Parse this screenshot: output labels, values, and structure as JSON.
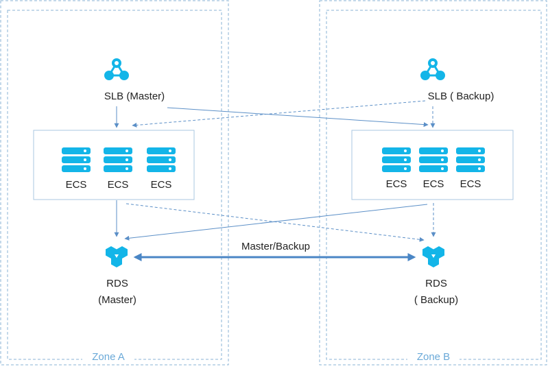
{
  "colors": {
    "icon": "#13b5e8",
    "zone_border": "#8ab3d6",
    "box_border": "#a9c7e0",
    "arrow": "#5b8fc7",
    "sync_arrow": "#4a86c5",
    "zone_label": "#6aa9d8"
  },
  "zones": [
    {
      "label": "Zone A",
      "slb": {
        "label": "SLB (Master)",
        "icon": "slb-node-icon"
      },
      "ecs": [
        "ECS",
        "ECS",
        "ECS"
      ],
      "rds": {
        "line1": "RDS",
        "line2": "(Master)",
        "icon": "rds-hexagon-icon"
      }
    },
    {
      "label": "Zone B",
      "slb": {
        "label": "SLB ( Backup)",
        "icon": "slb-node-icon"
      },
      "ecs": [
        "ECS",
        "ECS",
        "ECS"
      ],
      "rds": {
        "line1": "RDS",
        "line2": "( Backup)",
        "icon": "rds-hexagon-icon"
      }
    }
  ],
  "sync_label": "Master/Backup"
}
